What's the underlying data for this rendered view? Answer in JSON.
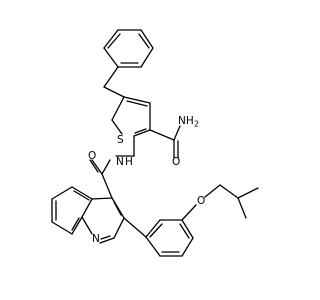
{
  "atoms": [
    {
      "id": "s1",
      "symbol": "S"
    },
    {
      "id": "n1",
      "symbol": "N"
    },
    {
      "id": "n1_h",
      "symbol": "H"
    },
    {
      "id": "nh2",
      "symbol": "NH"
    },
    {
      "id": "nh2_sub",
      "symbol": "2"
    },
    {
      "id": "o_amide1",
      "symbol": "O"
    },
    {
      "id": "o_amide2",
      "symbol": "O"
    },
    {
      "id": "n_quin",
      "symbol": "N"
    },
    {
      "id": "o_ether",
      "symbol": "O"
    }
  ]
}
